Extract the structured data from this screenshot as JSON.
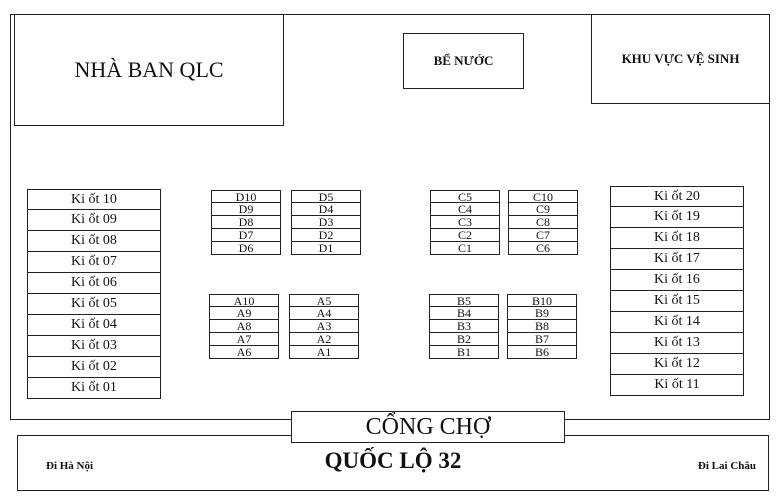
{
  "buildings": {
    "management": "NHÀ BAN QLC",
    "water_tank": "BỂ NƯỚC",
    "restroom": "KHU VỰC VỆ SINH"
  },
  "kiosks_left": [
    "Ki ốt 10",
    "Ki ốt 09",
    "Ki ốt 08",
    "Ki ốt 07",
    "Ki ốt 06",
    "Ki ốt 05",
    "Ki ốt 04",
    "Ki ốt 03",
    "Ki ốt 02",
    "Ki ốt 01"
  ],
  "kiosks_right": [
    "Ki ốt 20",
    "Ki ốt 19",
    "Ki ốt 18",
    "Ki ốt 17",
    "Ki ốt 16",
    "Ki ốt 15",
    "Ki ốt 14",
    "Ki ốt 13",
    "Ki ốt 12",
    "Ki ốt 11"
  ],
  "stalls": {
    "d_left": [
      "D10",
      "D9",
      "D8",
      "D7",
      "D6"
    ],
    "d_right": [
      "D5",
      "D4",
      "D3",
      "D2",
      "D1"
    ],
    "c_left": [
      "C5",
      "C4",
      "C3",
      "C2",
      "C1"
    ],
    "c_right": [
      "C10",
      "C9",
      "C8",
      "C7",
      "C6"
    ],
    "a_left": [
      "A10",
      "A9",
      "A8",
      "A7",
      "A6"
    ],
    "a_right": [
      "A5",
      "A4",
      "A3",
      "A2",
      "A1"
    ],
    "b_left": [
      "B5",
      "B4",
      "B3",
      "B2",
      "B1"
    ],
    "b_right": [
      "B10",
      "B9",
      "B8",
      "B7",
      "B6"
    ]
  },
  "gate": "CỔNG CHỢ",
  "road": {
    "name": "QUỐC LỘ 32",
    "left_direction": "Đi  Hà Nội",
    "right_direction": "Đi Lai Châu"
  }
}
